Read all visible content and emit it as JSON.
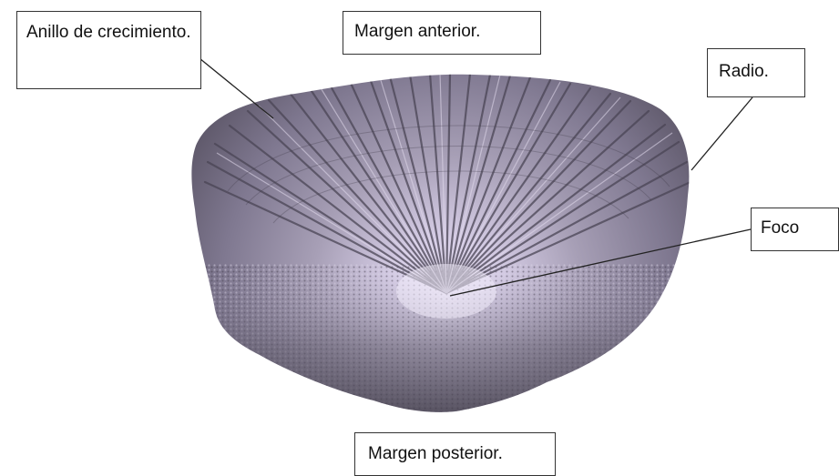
{
  "labels": {
    "growth_ring": "Anillo de crecimiento.",
    "anterior_margin": "Margen anterior.",
    "radius": "Radio.",
    "focus": "Foco",
    "posterior_margin": "Margen posterior."
  },
  "colors": {
    "scale_light": "#cfc6dd",
    "scale_mid": "#8a8398",
    "scale_dark": "#4d4858",
    "focus_glow": "#efe8fb",
    "leader_line": "#222222"
  }
}
